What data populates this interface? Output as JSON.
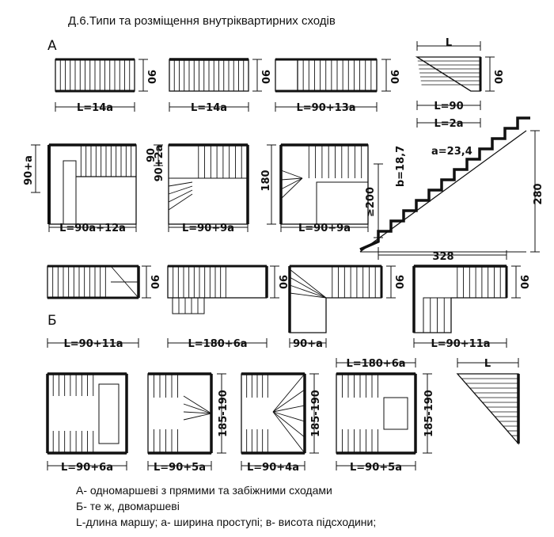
{
  "title": "Д.6.Типи та розміщення внутріквартирних сходів",
  "section_a": "А",
  "section_b": "Б",
  "labels": {
    "r1_1": "L=14a",
    "r1_2": "L=14a",
    "r1_3": "L=90+13a",
    "r1_4a": "L=90",
    "r1_4b": "L=2a",
    "r1_4top": "L",
    "r2_1": "L=90a+12a",
    "r2_2": "L=90+9a",
    "r2_3": "L=90+9a",
    "r2_side1": "90+a",
    "r2_side2": "90",
    "r2_side2b": "90+2a",
    "r2_side3": "180",
    "r2_side3b": "≥200",
    "section_a": "a=23,4",
    "section_b": "b=18,7",
    "section_w": "328",
    "section_h": "280",
    "r3_1": "L=90+11a",
    "r3_2": "L=180+6a",
    "r3_3": "90+a",
    "r3_4": "L=90+11a",
    "h90": "90",
    "r4_1": "L=90+6a",
    "r4_2": "L=90+5a",
    "r4_3": "L=90+4a",
    "r4_4": "L=90+5a",
    "r4_4top": "L=180+6a",
    "r4_5top": "L",
    "h185": "185-190"
  },
  "legend": [
    "А- одномаршеві з прямими та забіжними сходами",
    "Б- те ж, двомаршеві",
    "L-длина маршу; а- ширина проступі; в- висота підсходини;"
  ]
}
